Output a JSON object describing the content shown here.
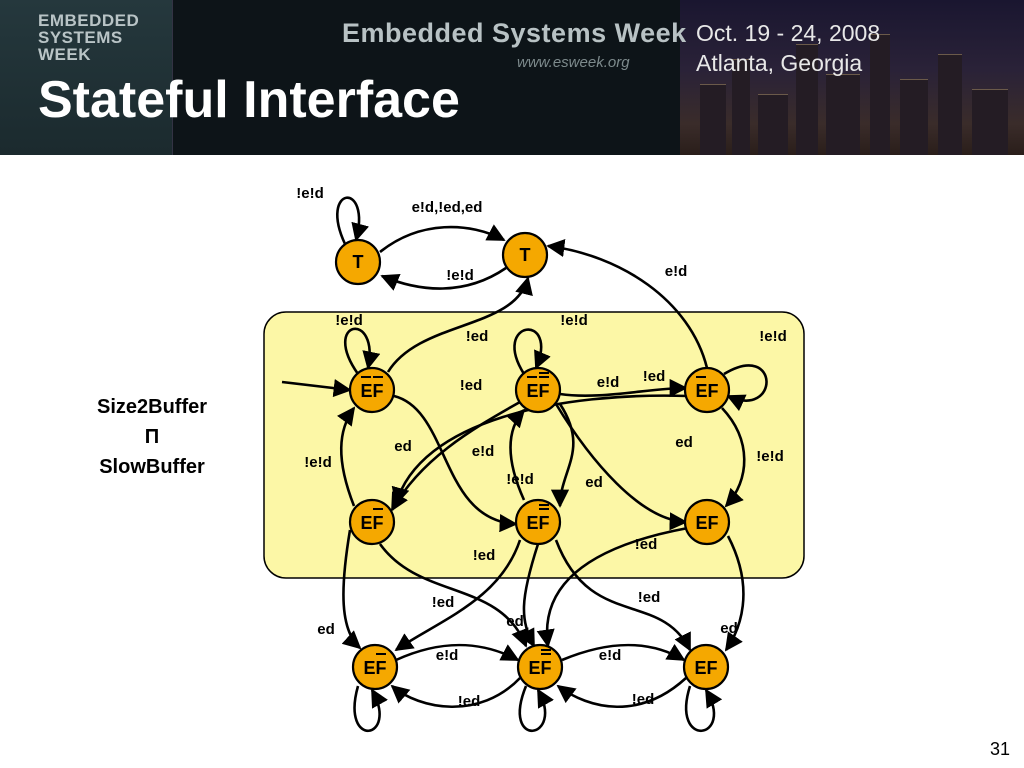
{
  "header": {
    "logo_lines": [
      "EMBEDDED",
      "SYSTEMS",
      "WEEK"
    ],
    "event_title": "Embedded Systems Week",
    "event_url": "www.esweek.org",
    "event_date": "Oct. 19 - 24, 2008",
    "event_location": "Atlanta, Georgia"
  },
  "slide": {
    "title": "Stateful Interface",
    "composition_lines": [
      "Size2Buffer",
      "Π",
      "SlowBuffer"
    ],
    "page_number": "31"
  },
  "diagram": {
    "states": [
      {
        "id": "t1",
        "label": "T"
      },
      {
        "id": "t2",
        "label": "T"
      },
      {
        "id": "ef00",
        "label": "EF",
        "e_bars": 1,
        "f_bars": 1
      },
      {
        "id": "ef01",
        "label": "EF",
        "e_bars": 1,
        "f_bars": 2
      },
      {
        "id": "ef02",
        "label": "EF",
        "e_bars": 1,
        "f_bars": 0
      },
      {
        "id": "ef10",
        "label": "EF",
        "e_bars": 0,
        "f_bars": 1
      },
      {
        "id": "ef11",
        "label": "EF",
        "e_bars": 0,
        "f_bars": 2
      },
      {
        "id": "ef12",
        "label": "EF",
        "e_bars": 0,
        "f_bars": 0
      },
      {
        "id": "ef20",
        "label": "EF",
        "e_bars": 0,
        "f_bars": 1
      },
      {
        "id": "ef21",
        "label": "EF",
        "e_bars": 0,
        "f_bars": 2
      },
      {
        "id": "ef22",
        "label": "EF",
        "e_bars": 0,
        "f_bars": 0
      }
    ],
    "transition_labels": [
      "!e!d",
      "e!d,!ed,ed",
      "!e!d",
      "e!d",
      "!e!d",
      "!ed",
      "!e!d",
      "!e!d",
      "!ed",
      "e!d",
      "!ed",
      "ed",
      "e!d",
      "ed",
      "!e!d",
      "!e!d",
      "ed",
      "!e!d",
      "!ed",
      "!ed",
      "!ed",
      "!ed",
      "ed",
      "ed",
      "ed",
      "e!d",
      "e!d",
      "!ed",
      "!ed"
    ]
  }
}
